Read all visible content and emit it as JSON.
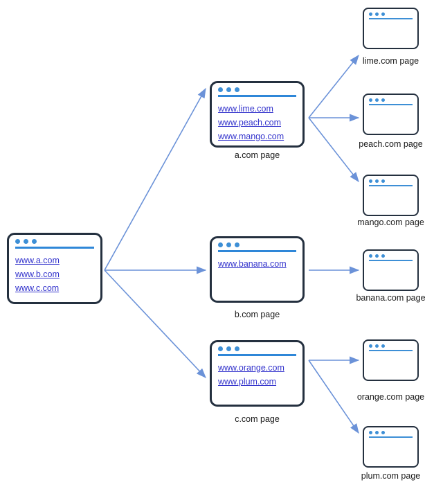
{
  "diagram": {
    "type": "web-link-graph",
    "arrow_color": "#6b92d8",
    "node_border_color": "#24303f",
    "link_color": "#3333cc",
    "titlebar_dot_color": "#3d8fd6",
    "titlebar_rule_color": "#2f87d8",
    "background": "#ffffff"
  },
  "nodes": {
    "root": {
      "caption": "",
      "links": [
        "www.a.com",
        "www.b.com",
        "www.c.com"
      ]
    },
    "a": {
      "caption": "a.com page",
      "links": [
        "www.lime.com",
        "www.peach.com",
        "www.mango.com"
      ]
    },
    "b": {
      "caption": "b.com page",
      "links": [
        "www.banana.com"
      ]
    },
    "c": {
      "caption": "c.com page",
      "links": [
        "www.orange.com",
        "www.plum.com"
      ]
    },
    "lime": {
      "caption": "lime.com page",
      "links": []
    },
    "peach": {
      "caption": "peach.com page",
      "links": []
    },
    "mango": {
      "caption": "mango.com page",
      "links": []
    },
    "banana": {
      "caption": "banana.com page",
      "links": []
    },
    "orange": {
      "caption": "orange.com page",
      "links": []
    },
    "plum": {
      "caption": "plum.com page",
      "links": []
    }
  },
  "edges": [
    {
      "from": "root",
      "to": "a"
    },
    {
      "from": "root",
      "to": "b"
    },
    {
      "from": "root",
      "to": "c"
    },
    {
      "from": "a",
      "to": "lime"
    },
    {
      "from": "a",
      "to": "peach"
    },
    {
      "from": "a",
      "to": "mango"
    },
    {
      "from": "b",
      "to": "banana"
    },
    {
      "from": "c",
      "to": "orange"
    },
    {
      "from": "c",
      "to": "plum"
    }
  ]
}
